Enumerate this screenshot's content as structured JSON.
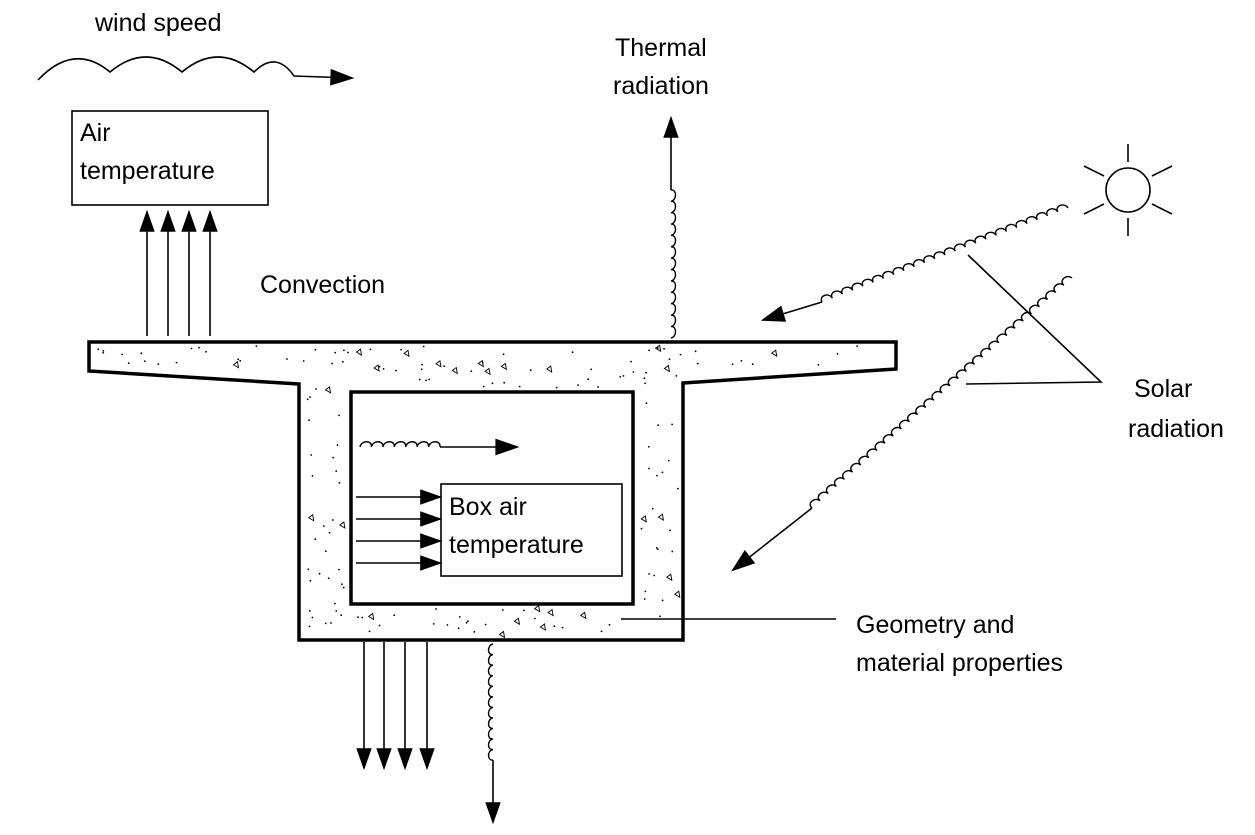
{
  "labels": {
    "wind_speed": "wind speed",
    "air_temperature_line1": "Air",
    "air_temperature_line2": "temperature",
    "convection": "Convection",
    "thermal_radiation_line1": "Thermal",
    "thermal_radiation_line2": "radiation",
    "solar_radiation_line1": "Solar",
    "solar_radiation_line2": "radiation",
    "box_air_temperature_line1": "Box air",
    "box_air_temperature_line2": "temperature",
    "geometry_line1": "Geometry and",
    "geometry_line2": "material properties"
  },
  "icons": {
    "sun": "sun-icon"
  }
}
